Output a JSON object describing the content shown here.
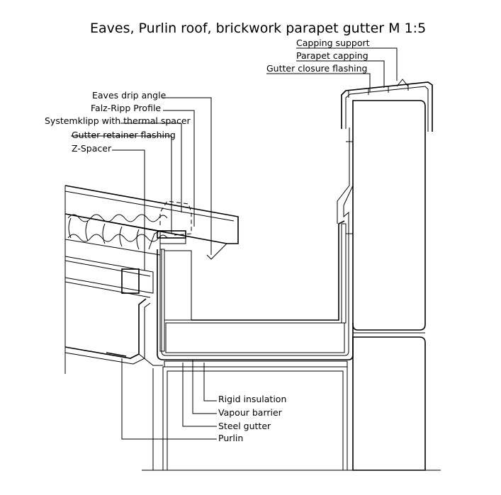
{
  "title": "Eaves, Purlin roof, brickwork parapet gutter M 1:5",
  "labels": {
    "capping_support": "Capping support",
    "parapet_capping": "Parapet capping",
    "gutter_closure_flashing": "Gutter closure flashing",
    "eaves_drip_angle": "Eaves drip angle",
    "falz_ripp_profile": "Falz-Ripp Profile",
    "systemklipp": "Systemklipp with thermal spacer",
    "gutter_retainer_flashing": "Gutter retainer flashing",
    "z_spacer": "Z-Spacer",
    "rigid_insulation": "Rigid insulation",
    "vapour_barrier": "Vapour barrier",
    "steel_gutter": "Steel gutter",
    "purlin": "Purlin"
  }
}
